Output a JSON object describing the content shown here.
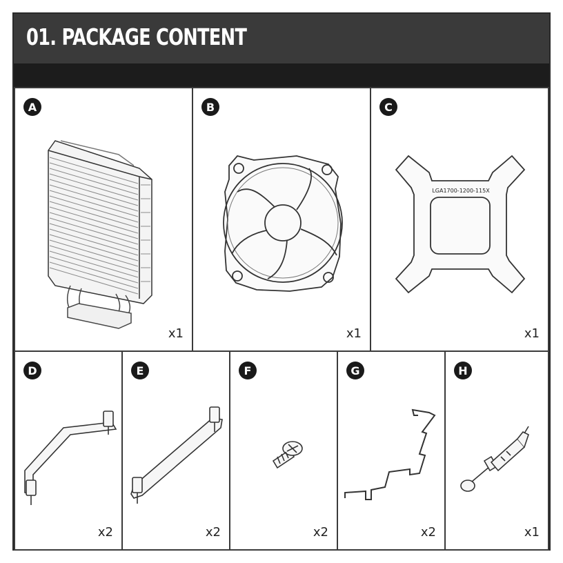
{
  "section": {
    "title": "01. PACKAGE CONTENT"
  },
  "items": [
    {
      "letter": "A",
      "quantity": "x1",
      "icon": "cpu-cooler-heatsink-icon"
    },
    {
      "letter": "B",
      "quantity": "x1",
      "icon": "fan-icon"
    },
    {
      "letter": "C",
      "quantity": "x1",
      "icon": "backplate-icon",
      "label": "LGA1700-1200-115X"
    },
    {
      "letter": "D",
      "quantity": "x2",
      "icon": "offset-mounting-bracket-icon"
    },
    {
      "letter": "E",
      "quantity": "x2",
      "icon": "straight-mounting-bracket-icon"
    },
    {
      "letter": "F",
      "quantity": "x2",
      "icon": "screw-icon"
    },
    {
      "letter": "G",
      "quantity": "x2",
      "icon": "fan-clip-icon"
    },
    {
      "letter": "H",
      "quantity": "x1",
      "icon": "thermal-paste-syringe-icon"
    }
  ]
}
